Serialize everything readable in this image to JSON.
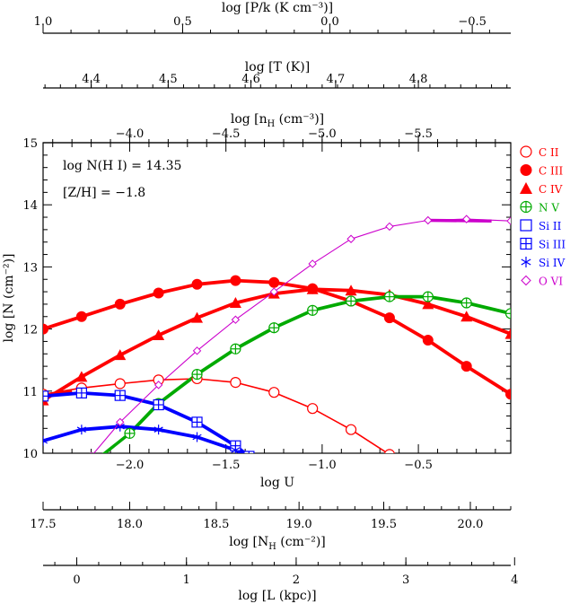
{
  "chart_data": {
    "type": "line",
    "xlabel": "log U",
    "ylabel": "log [N (cm⁻²)]",
    "xlim": [
      -2.45,
      -0.02
    ],
    "ylim": [
      10,
      15
    ],
    "x_ticks": [
      "−2.0",
      "−1.5",
      "−1.0",
      "−0.5"
    ],
    "x_tick_values": [
      -2.0,
      -1.5,
      -1.0,
      -0.5
    ],
    "y_ticks": [
      "10",
      "11",
      "12",
      "13",
      "14",
      "15"
    ],
    "y_tick_values": [
      10,
      11,
      12,
      13,
      14,
      15
    ],
    "annotations": [
      "log N(H I) = 14.35",
      "[Z/H] = −1.8"
    ],
    "legend_placement": "right",
    "series": [
      {
        "name": "C II",
        "color": "#ff0000",
        "marker": "open-circle",
        "thick": false,
        "x": [
          -2.45,
          -2.25,
          -2.05,
          -1.85,
          -1.65,
          -1.45,
          -1.25,
          -1.05,
          -0.85,
          -0.65
        ],
        "y": [
          10.95,
          11.05,
          11.12,
          11.18,
          11.2,
          11.14,
          10.98,
          10.72,
          10.38,
          9.98
        ]
      },
      {
        "name": "C III",
        "color": "#ff0000",
        "marker": "filled-circle",
        "thick": true,
        "x": [
          -2.45,
          -2.25,
          -2.05,
          -1.85,
          -1.65,
          -1.45,
          -1.25,
          -1.05,
          -0.85,
          -0.65,
          -0.45,
          -0.25,
          -0.02
        ],
        "y": [
          12.0,
          12.2,
          12.4,
          12.58,
          12.72,
          12.78,
          12.75,
          12.65,
          12.45,
          12.18,
          11.82,
          11.4,
          10.95
        ]
      },
      {
        "name": "C IV",
        "color": "#ff0000",
        "marker": "filled-triangle",
        "thick": true,
        "x": [
          -2.45,
          -2.25,
          -2.05,
          -1.85,
          -1.65,
          -1.45,
          -1.25,
          -1.05,
          -0.85,
          -0.65,
          -0.45,
          -0.25,
          -0.02
        ],
        "y": [
          10.85,
          11.23,
          11.58,
          11.9,
          12.18,
          12.42,
          12.57,
          12.64,
          12.62,
          12.55,
          12.4,
          12.2,
          11.92
        ]
      },
      {
        "name": "N V",
        "color": "#00aa00",
        "marker": "circle-plus",
        "thick": true,
        "x": [
          -2.0,
          -1.85,
          -1.65,
          -1.45,
          -1.25,
          -1.05,
          -0.85,
          -0.65,
          -0.45,
          -0.25,
          -0.02
        ],
        "y": [
          10.32,
          10.8,
          11.27,
          11.68,
          12.02,
          12.3,
          12.45,
          12.52,
          12.52,
          12.42,
          12.25
        ]
      },
      {
        "name": "Si II",
        "color": "#0000ff",
        "marker": "open-square",
        "thick": false,
        "x": [],
        "y": []
      },
      {
        "name": "Si III",
        "color": "#0000ff",
        "marker": "square-plus",
        "thick": true,
        "x": [
          -2.45,
          -2.25,
          -2.05,
          -1.85,
          -1.65,
          -1.45,
          -1.38
        ],
        "y": [
          10.92,
          10.97,
          10.93,
          10.78,
          10.5,
          10.12,
          9.95
        ]
      },
      {
        "name": "Si IV",
        "color": "#0000ff",
        "marker": "asterisk",
        "thick": true,
        "x": [
          -2.45,
          -2.25,
          -2.05,
          -1.85,
          -1.65,
          -1.45,
          -1.38
        ],
        "y": [
          10.2,
          10.38,
          10.43,
          10.38,
          10.26,
          10.05,
          9.95
        ]
      },
      {
        "name": "O VI",
        "color": "#cc00cc",
        "marker": "open-diamond",
        "thick": false,
        "x": [
          -2.2,
          -2.05,
          -1.85,
          -1.65,
          -1.45,
          -1.25,
          -1.05,
          -0.85,
          -0.65,
          -0.45,
          -0.25,
          -0.02
        ],
        "y": [
          9.95,
          10.5,
          11.1,
          11.65,
          12.15,
          12.6,
          13.05,
          13.45,
          13.65,
          13.75,
          13.77,
          13.74
        ]
      }
    ],
    "extra_segments": [
      {
        "name": "C II end",
        "color": "#ff0000",
        "thick": true,
        "x": [
          -2.45,
          -2.3
        ],
        "y": [
          10.9,
          11.0
        ]
      },
      {
        "name": "O VI end",
        "color": "#cc00cc",
        "thick": true,
        "x": [
          -0.45,
          -0.12
        ],
        "y": [
          13.75,
          13.74
        ]
      },
      {
        "name": "N V start",
        "color": "#00aa00",
        "thick": true,
        "x": [
          -2.15,
          -2.0
        ],
        "y": [
          9.95,
          10.32
        ]
      }
    ],
    "top_axes": [
      {
        "label": "log [P/k (K cm⁻³)]",
        "ticks": [
          {
            "label": "1.0",
            "u": -2.45
          },
          {
            "label": "0.5",
            "u": -1.725
          },
          {
            "label": "0.0",
            "u": -0.96
          },
          {
            "label": "−0.5",
            "u": -0.22
          }
        ]
      },
      {
        "label": "log [T (K)]",
        "ticks": [
          {
            "label": "4.4",
            "u": -2.2
          },
          {
            "label": "4.5",
            "u": -1.8
          },
          {
            "label": "4.6",
            "u": -1.37
          },
          {
            "label": "4.7",
            "u": -0.93
          },
          {
            "label": "4.8",
            "u": -0.5
          }
        ]
      },
      {
        "label": "log [nH (cm⁻³)]",
        "label_parts": [
          "log [n",
          "H",
          " (cm⁻³)]"
        ],
        "ticks": [
          {
            "label": "−4.0",
            "u": -2.0
          },
          {
            "label": "−4.5",
            "u": -1.5
          },
          {
            "label": "−5.0",
            "u": -1.0
          },
          {
            "label": "−5.5",
            "u": -0.5
          }
        ]
      }
    ],
    "bottom_axes": [
      {
        "label": "log [NH (cm⁻²)]",
        "label_parts": [
          "log [N",
          "H",
          " (cm⁻²)]"
        ],
        "ticks": [
          {
            "label": "17.5",
            "u": -2.45
          },
          {
            "label": "18.0",
            "u": -2.0
          },
          {
            "label": "18.5",
            "u": -1.55
          },
          {
            "label": "19.0",
            "u": -1.12
          },
          {
            "label": "19.5",
            "u": -0.68
          },
          {
            "label": "20.0",
            "u": -0.23
          }
        ]
      },
      {
        "label": "log [L (kpc)]",
        "ticks": [
          {
            "label": "0",
            "u": -2.275
          },
          {
            "label": "1",
            "u": -1.705
          },
          {
            "label": "2",
            "u": -1.135
          },
          {
            "label": "3",
            "u": -0.565
          },
          {
            "label": "4",
            "u": 0.0
          }
        ]
      }
    ]
  }
}
